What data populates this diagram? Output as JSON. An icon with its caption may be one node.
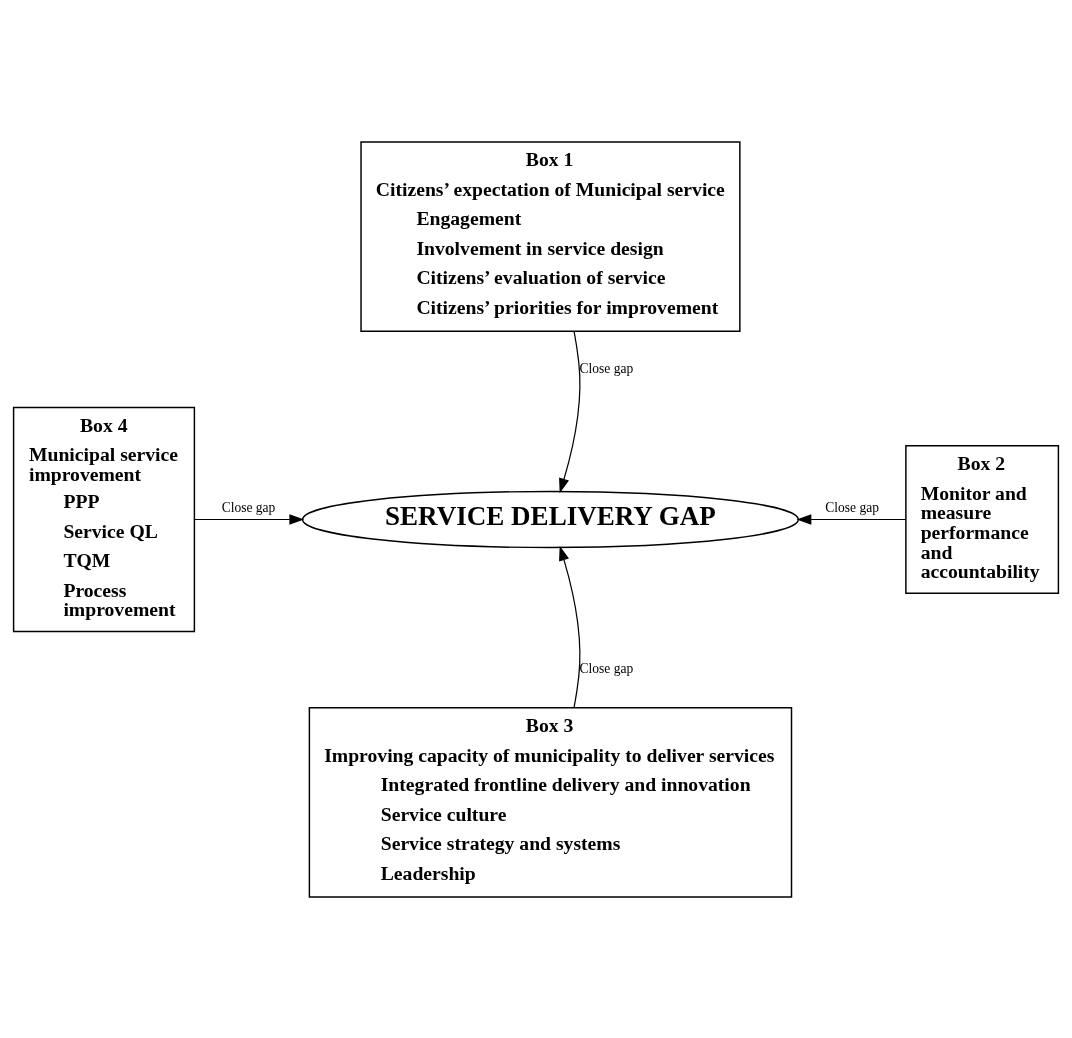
{
  "diagram": {
    "nodes": [
      {
        "text": [
          "Box 1",
          "Citizens’ expectation of Municipal service",
          "Engagement",
          "Involvement in service design",
          "Citizens’ evaluation of service",
          "Citizens’ priorities for improvement"
        ]
      },
      {
        "text": [
          "Box 4",
          "Municipal service improvement",
          "PPP",
          "Service QL",
          "TQM",
          "Process improvement"
        ]
      },
      {
        "text": [
          "SERVICE DELIVERY GAP"
        ]
      },
      {
        "text": [
          "Box 2",
          "Monitor and measure performance and accountability"
        ]
      },
      {
        "text": [
          "Box 3",
          "Improving capacity of municipality to deliver services",
          "Integrated frontline delivery and innovation",
          "Service culture",
          "Service strategy and systems",
          "Leadership"
        ]
      }
    ],
    "edges": [
      {
        "from": 0,
        "to": 2,
        "arrow": "to",
        "label": "Close gap"
      },
      {
        "from": 1,
        "to": 2,
        "arrow": "to",
        "label": "Close gap"
      },
      {
        "from": 3,
        "to": 2,
        "arrow": "to",
        "label": "Close gap"
      },
      {
        "from": 4,
        "to": 2,
        "arrow": "to",
        "label": "Close gap"
      }
    ]
  }
}
